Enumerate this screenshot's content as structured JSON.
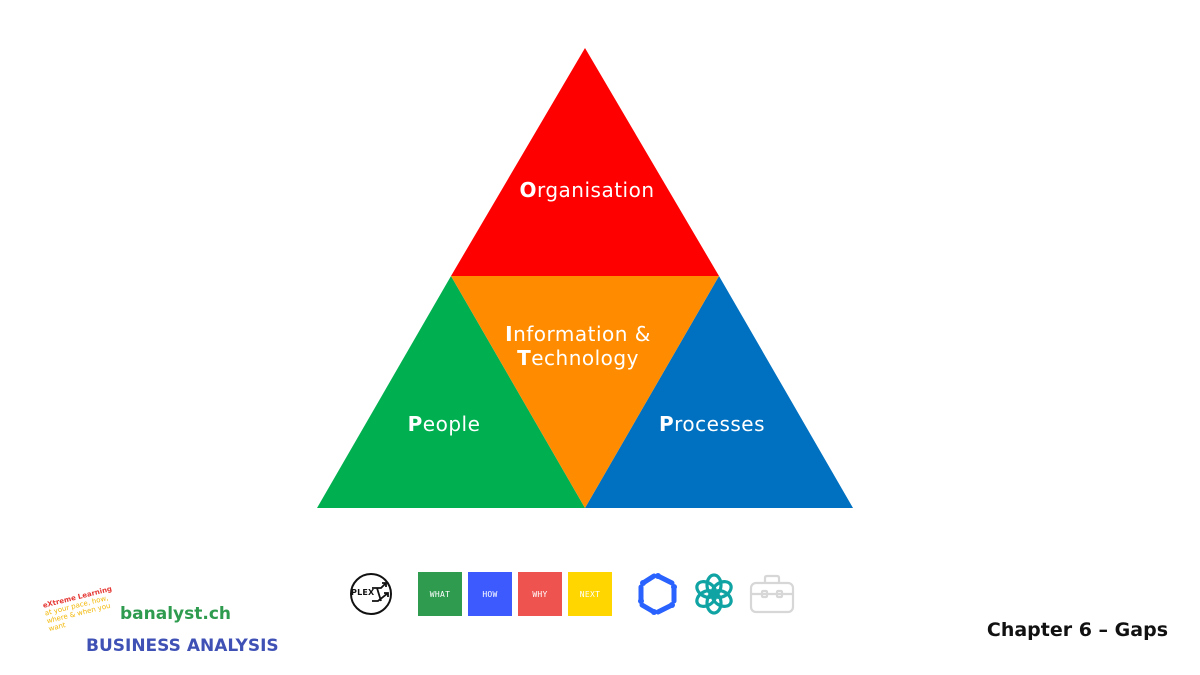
{
  "diagram": {
    "organisation": {
      "cap": "O",
      "rest": "rganisation",
      "color": "#ff0000"
    },
    "it": {
      "line1": {
        "cap": "I",
        "rest": "nformation &"
      },
      "line2": {
        "cap": "T",
        "rest": "echnology"
      },
      "color": "#ff8c00"
    },
    "people": {
      "cap": "P",
      "rest": "eople",
      "color": "#00b050"
    },
    "processes": {
      "cap": "P",
      "rest": "rocesses",
      "color": "#0070c0"
    }
  },
  "icons": {
    "plex": {
      "label": "PLEX",
      "icon": "plex-arrows-icon"
    },
    "boxes": [
      {
        "label": "WHAT",
        "color": "#2e9b4f"
      },
      {
        "label": "HOW",
        "color": "#3d5afe"
      },
      {
        "label": "WHY",
        "color": "#ef5350"
      },
      {
        "label": "NEXT",
        "color": "#ffd600"
      }
    ],
    "ring": {
      "icon": "ring-icon",
      "color": "#2962ff"
    },
    "openai": {
      "icon": "openai-icon",
      "color": "#10a3a3"
    },
    "briefcase": {
      "icon": "briefcase-icon",
      "color": "#d7d7d7"
    }
  },
  "brand": {
    "slogan_line1": "eXtreme Learning",
    "slogan_line2": "at your pace, how, where & when you want",
    "site": "banalyst.ch",
    "company": "BUSINESS ANALYSIS"
  },
  "chapter": "Chapter 6 – Gaps"
}
